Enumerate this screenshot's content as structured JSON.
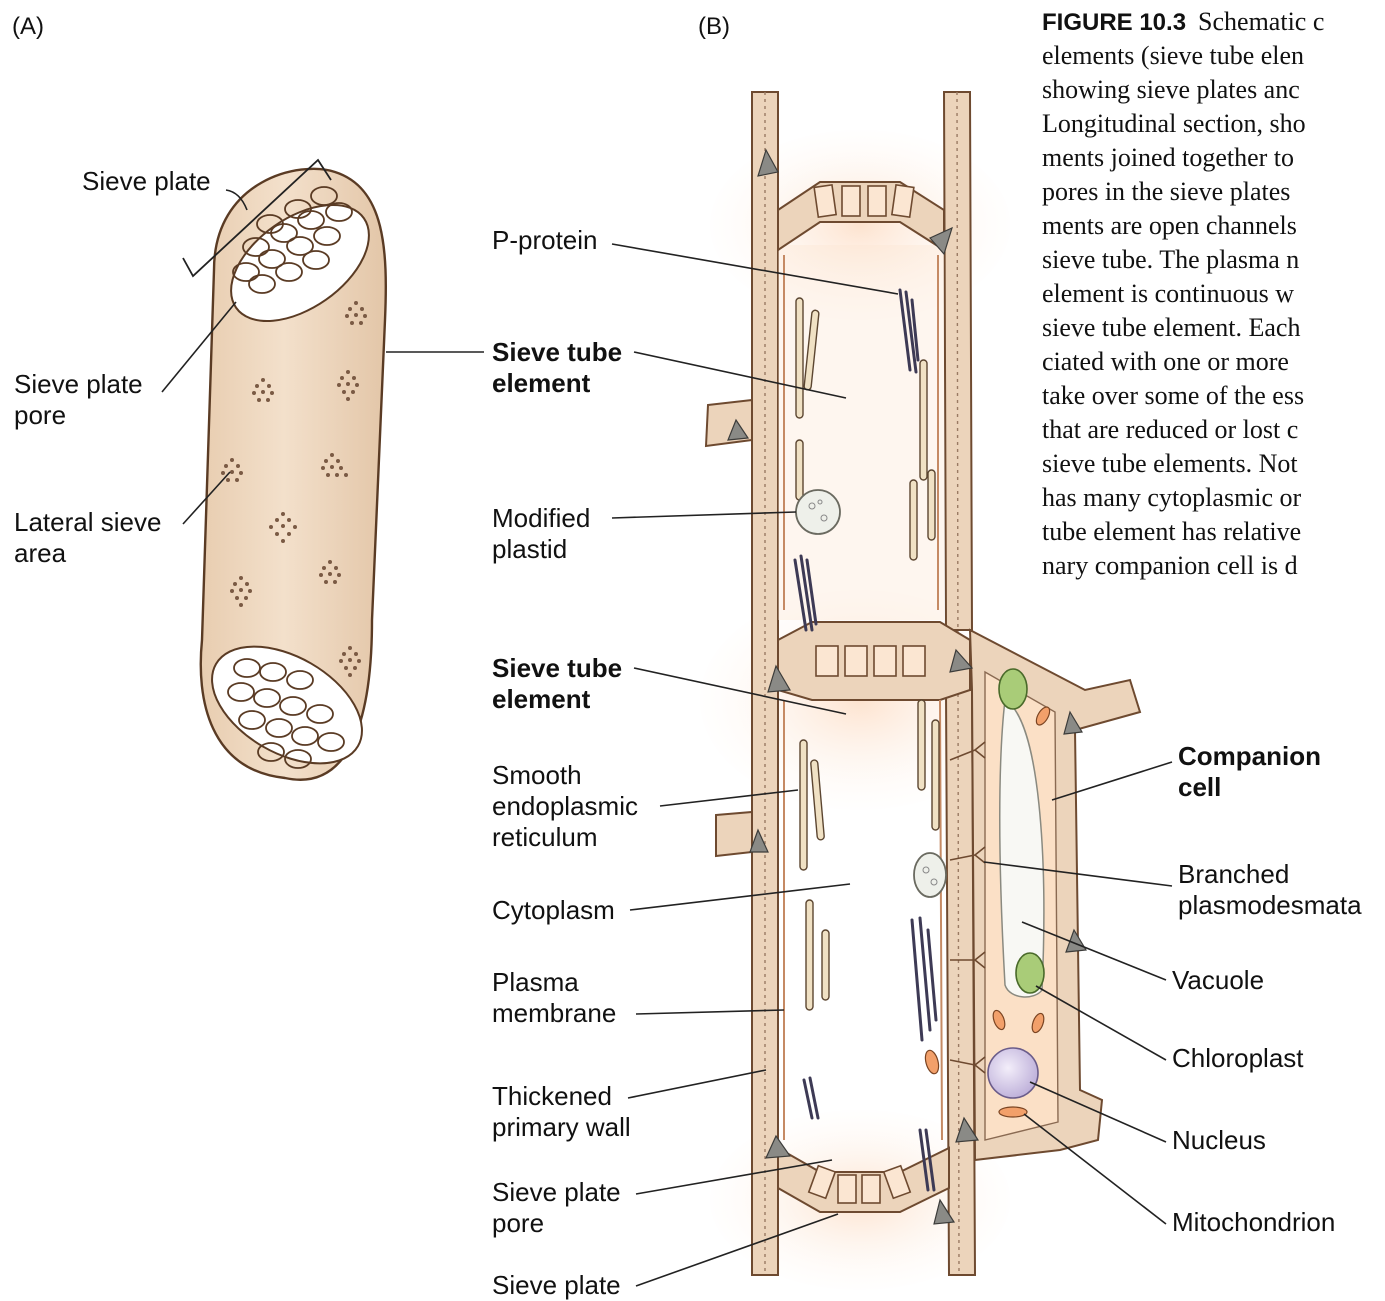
{
  "panels": {
    "a": "(A)",
    "b": "(B)"
  },
  "panel_a_labels": {
    "sieve_plate": "Sieve plate",
    "sieve_plate_pore_1": "Sieve plate",
    "sieve_plate_pore_2": "pore",
    "lateral_sieve_area_1": "Lateral sieve",
    "lateral_sieve_area_2": "area"
  },
  "panel_b_left_labels": {
    "p_protein": "P-protein",
    "ste_top_1": "Sieve tube",
    "ste_top_2": "element",
    "modified_plastid_1": "Modified",
    "modified_plastid_2": "plastid",
    "ste_mid_1": "Sieve tube",
    "ste_mid_2": "element",
    "ser_1": "Smooth",
    "ser_2": "endoplasmic",
    "ser_3": "reticulum",
    "cytoplasm": "Cytoplasm",
    "plasma_membrane_1": "Plasma",
    "plasma_membrane_2": "membrane",
    "thick_wall_1": "Thickened",
    "thick_wall_2": "primary wall",
    "sp_pore_1": "Sieve plate",
    "sp_pore_2": "pore",
    "sieve_plate": "Sieve plate"
  },
  "panel_b_right_labels": {
    "companion_cell_1": "Companion",
    "companion_cell_2": "cell",
    "branched_plasmo_1": "Branched",
    "branched_plasmo_2": "plasmodesmata",
    "vacuole": "Vacuole",
    "chloroplast": "Chloroplast",
    "nucleus": "Nucleus",
    "mitochondrion": "Mitochondrion"
  },
  "caption": {
    "figure_label": "FIGURE 10.3",
    "lines": [
      "Schematic c",
      "elements (sieve tube elen",
      "showing sieve plates anc",
      "Longitudinal section, sho",
      "ments joined together to",
      "pores in the sieve plates",
      "ments are open channels",
      "sieve tube. The plasma n",
      "element is continuous w",
      "sieve tube element. Each",
      "ciated with one or more",
      "take over some of the ess",
      "that are reduced or lost c",
      "sieve tube elements. Not",
      "has many cytoplasmic or",
      "tube element has relative",
      "nary companion cell is d"
    ]
  },
  "colors": {
    "cell_wall": "#ecd4bb",
    "cell_interior": "#fbe6d2",
    "outline": "#6e4a30",
    "p_protein": "#3d3a55",
    "chloroplast": "#a9cc78",
    "mitochondrion": "#f2a06a",
    "nucleus": "#d9d0ea"
  }
}
